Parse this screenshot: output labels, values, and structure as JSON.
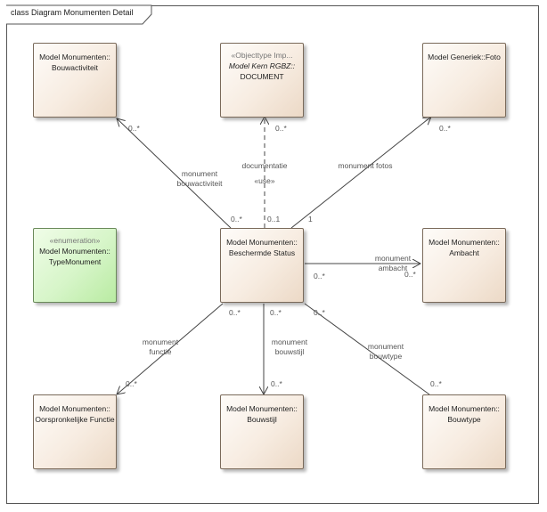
{
  "frame": {
    "title": "class Diagram Monumenten Detail"
  },
  "classes": {
    "bouwactiviteit": {
      "line1": "Model Monumenten::",
      "line2": "Bouwactiviteit"
    },
    "document": {
      "stereotype": "«Objecttype Imp...",
      "line1": "Model Kern RGBZ::",
      "line2": "DOCUMENT"
    },
    "foto": {
      "line1": "Model Generiek::Foto"
    },
    "typemonument": {
      "stereotype": "«enumeration»",
      "line1": "Model Monumenten::",
      "line2": "TypeMonument"
    },
    "beschermde_status": {
      "line1": "Model Monumenten::",
      "line2": "Beschermde Status"
    },
    "ambacht": {
      "line1": "Model Monumenten::",
      "line2": "Ambacht"
    },
    "oorspronkelijke_functie": {
      "line1": "Model Monumenten::",
      "line2": "Oorspronkelijke Functie"
    },
    "bouwstijl": {
      "line1": "Model Monumenten::",
      "line2": "Bouwstijl"
    },
    "bouwtype": {
      "line1": "Model Monumenten::",
      "line2": "Bouwtype"
    }
  },
  "associations": {
    "bouwactiviteit": {
      "role_line1": "monument",
      "role_line2": "bouwactiviteit",
      "mult_target": "0..*",
      "mult_source": "0..*"
    },
    "documentatie": {
      "role": "documentatie",
      "stereotype": "«use»",
      "mult_target": "0..*",
      "mult_source": "0..1"
    },
    "fotos": {
      "role": "monument fotos",
      "mult_target": "0..*",
      "mult_source": "1"
    },
    "ambacht": {
      "role_line1": "monument",
      "role_line2": "ambacht",
      "mult_target": "0..*",
      "mult_source": "0..*"
    },
    "functie": {
      "role_line1": "monument",
      "role_line2": "functie",
      "mult_target": "0..*",
      "mult_source": "0..*"
    },
    "bouwstijl": {
      "role_line1": "monument",
      "role_line2": "bouwstijl",
      "mult_target": "0..*",
      "mult_source": "0..*"
    },
    "bouwtype": {
      "role_line1": "monument",
      "role_line2": "bouwtype",
      "mult_target": "0..*",
      "mult_source": "0..*"
    }
  },
  "colors": {
    "class_fill": "#f7ece1",
    "enum_fill": "#d6f5c8",
    "line": "#444444"
  }
}
